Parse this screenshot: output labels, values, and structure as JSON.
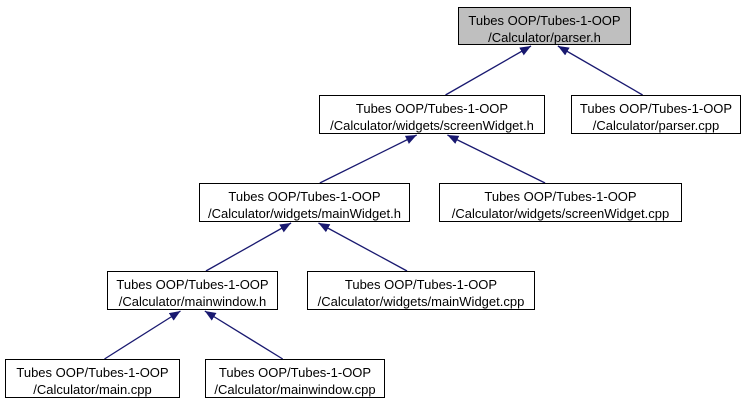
{
  "colors": {
    "edge": "#191970",
    "highlight": "#bfbfbf",
    "border": "#000000"
  },
  "nodes": [
    {
      "id": "parser_h",
      "current": true,
      "lines": [
        "Tubes OOP/Tubes-1-OOP",
        "/Calculator/parser.h"
      ]
    },
    {
      "id": "screenwidget_h",
      "lines": [
        "Tubes OOP/Tubes-1-OOP",
        "/Calculator/widgets/screenWidget.h"
      ]
    },
    {
      "id": "parser_cpp",
      "lines": [
        "Tubes OOP/Tubes-1-OOP",
        "/Calculator/parser.cpp"
      ]
    },
    {
      "id": "mainwidget_h",
      "lines": [
        "Tubes OOP/Tubes-1-OOP",
        "/Calculator/widgets/mainWidget.h"
      ]
    },
    {
      "id": "screenwidget_cpp",
      "lines": [
        "Tubes OOP/Tubes-1-OOP",
        "/Calculator/widgets/screenWidget.cpp"
      ]
    },
    {
      "id": "mainwindow_h",
      "lines": [
        "Tubes OOP/Tubes-1-OOP",
        "/Calculator/mainwindow.h"
      ]
    },
    {
      "id": "mainwidget_cpp",
      "lines": [
        "Tubes OOP/Tubes-1-OOP",
        "/Calculator/widgets/mainWidget.cpp"
      ]
    },
    {
      "id": "main_cpp",
      "lines": [
        "Tubes OOP/Tubes-1-OOP",
        "/Calculator/main.cpp"
      ]
    },
    {
      "id": "mainwindow_cpp",
      "lines": [
        "Tubes OOP/Tubes-1-OOP",
        "/Calculator/mainwindow.cpp"
      ]
    }
  ],
  "edges": [
    {
      "from": "screenwidget_h",
      "to": "parser_h"
    },
    {
      "from": "parser_cpp",
      "to": "parser_h"
    },
    {
      "from": "mainwidget_h",
      "to": "screenwidget_h"
    },
    {
      "from": "screenwidget_cpp",
      "to": "screenwidget_h"
    },
    {
      "from": "mainwindow_h",
      "to": "mainwidget_h"
    },
    {
      "from": "mainwidget_cpp",
      "to": "mainwidget_h"
    },
    {
      "from": "main_cpp",
      "to": "mainwindow_h"
    },
    {
      "from": "mainwindow_cpp",
      "to": "mainwindow_h"
    }
  ]
}
